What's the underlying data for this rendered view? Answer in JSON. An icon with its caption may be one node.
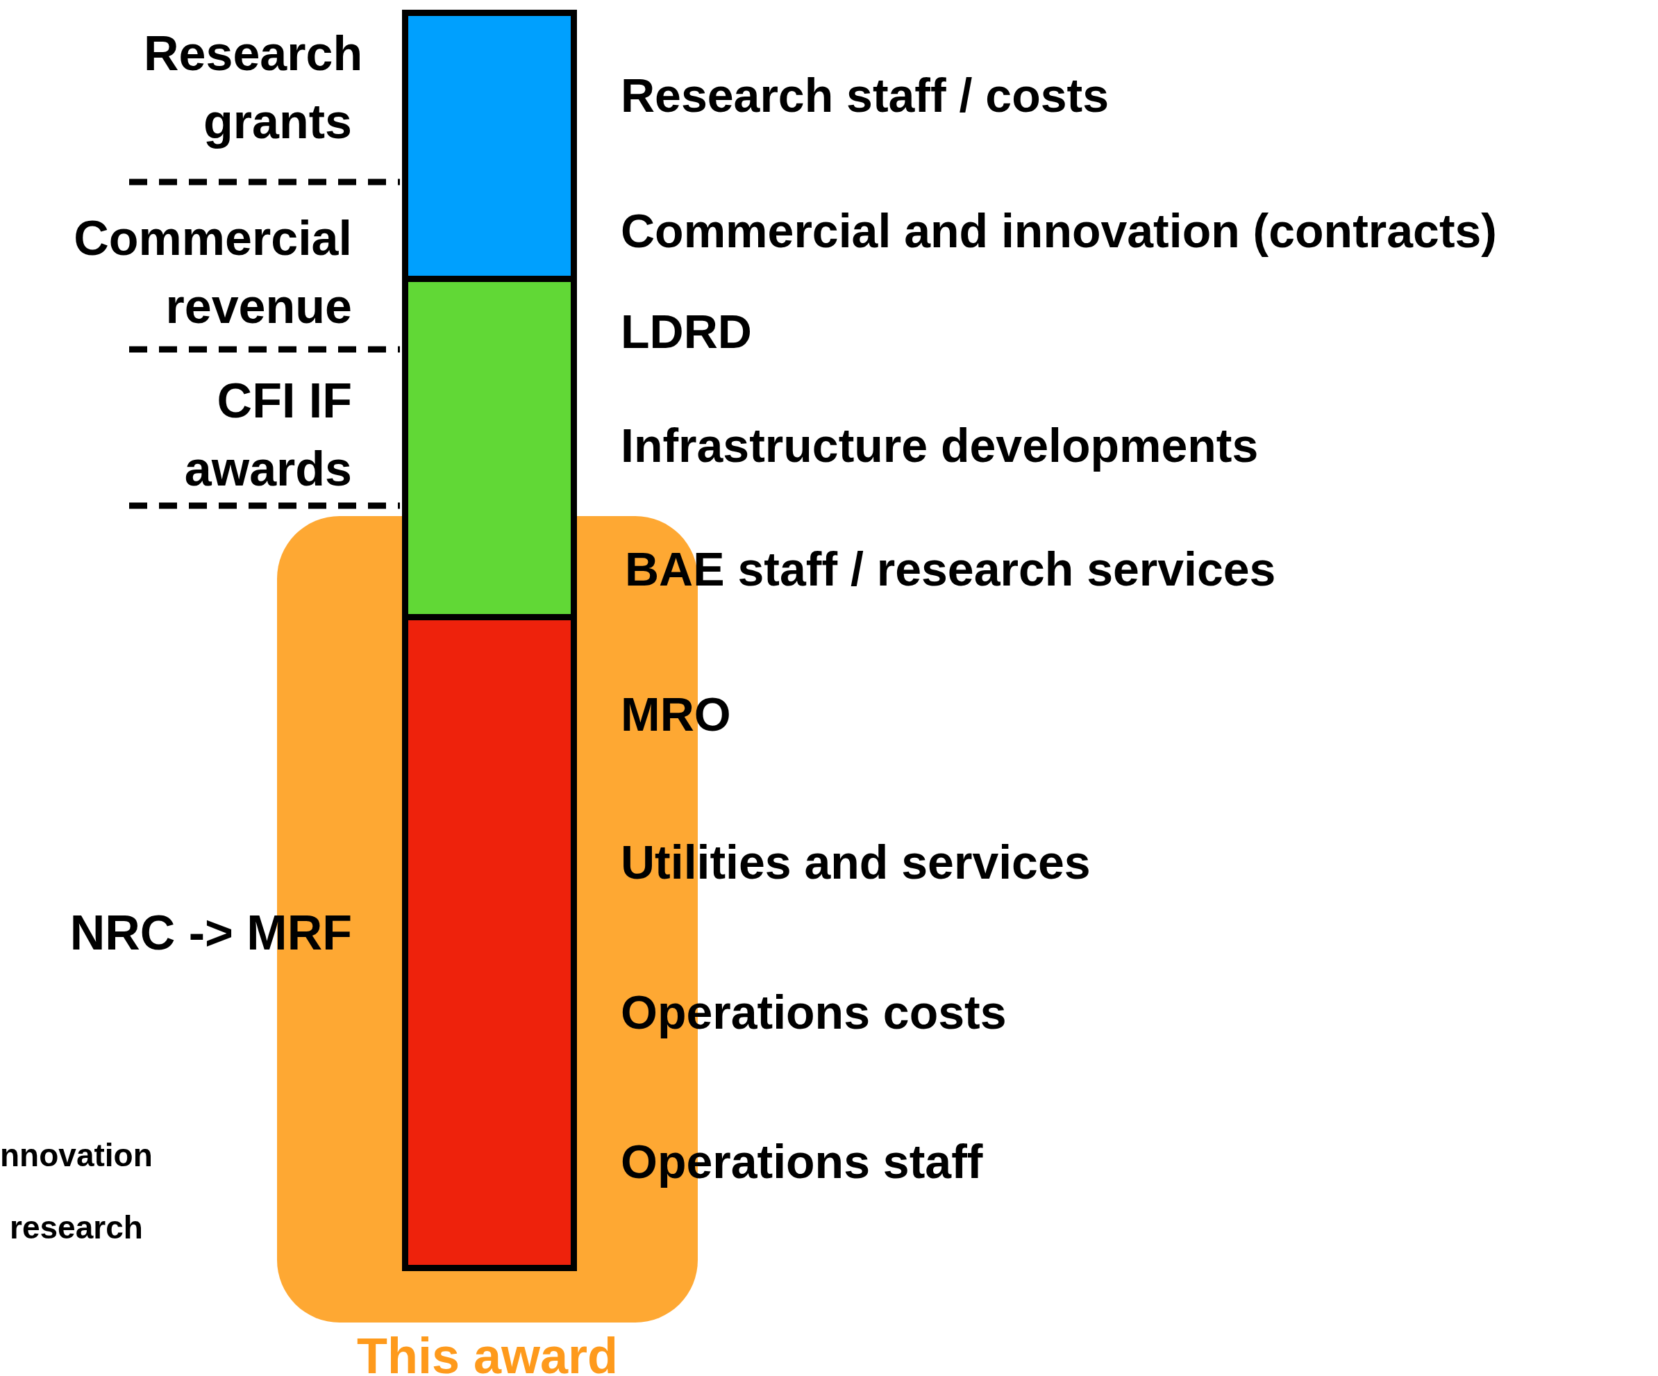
{
  "diagram": {
    "nodes": [
      {
        "text": [
          "This award"
        ]
      },
      {
        "text": [],
        "shape": "bar"
      },
      {
        "text": [],
        "shape": "bar"
      },
      {
        "text": [],
        "shape": "bar",
        "in": 0
      }
    ],
    "labels": [
      "Research grants",
      "Research staff / costs",
      "Commercial and innovation (contracts)",
      "Commercial revenue",
      "LDRD",
      "CFI IF awards",
      "Infrastructure developments",
      "BAE staff / research services",
      "MRO",
      "Utilities and services",
      "NRC -> MRF",
      "Operations costs",
      "nnovation",
      "Operations staff",
      "research"
    ]
  }
}
